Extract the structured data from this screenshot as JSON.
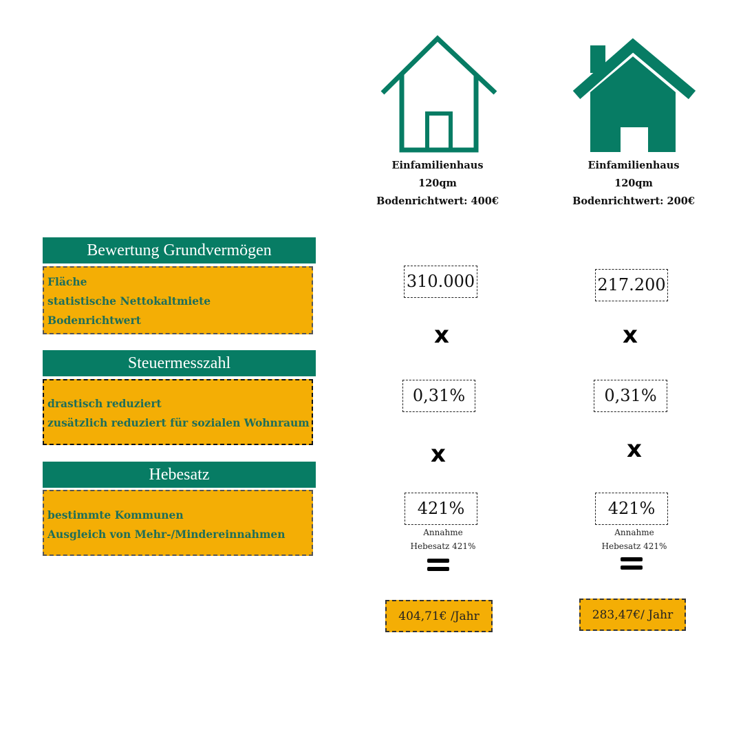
{
  "houses": [
    {
      "icon": "house-outline-icon",
      "type": "Einfamilienhaus",
      "area": "120qm",
      "land_value": "Bodenrichtwert: 400€",
      "assessment": "310.000",
      "rate": "0,31%",
      "multiplier": "421%",
      "note_line1": "Annahme",
      "note_line2": "Hebesatz 421%",
      "result": "404,71€ /Jahr"
    },
    {
      "icon": "house-filled-icon",
      "type": "Einfamilienhaus",
      "area": "120qm",
      "land_value": "Bodenrichtwert: 200€",
      "assessment": "217.200",
      "rate": "0,31%",
      "multiplier": "421%",
      "note_line1": "Annahme",
      "note_line2": "Hebesatz 421%",
      "result": "283,47€/ Jahr"
    }
  ],
  "operators": {
    "multiply": "x"
  },
  "panels": [
    {
      "title": "Bewertung Grundvermögen",
      "lines": [
        "Fläche",
        "statistische Nettokaltmiete",
        "Bodenrichtwert"
      ]
    },
    {
      "title": "Steuermesszahl",
      "lines": [
        "drastisch reduziert",
        "zusätzlich reduziert für sozialen Wohnraum"
      ]
    },
    {
      "title": "Hebesatz",
      "lines": [
        "bestimmte Kommunen",
        "Ausgleich von Mehr-/Mindereinnahmen"
      ]
    }
  ],
  "colors": {
    "green": "#077c64",
    "amber": "#f4ae05"
  }
}
